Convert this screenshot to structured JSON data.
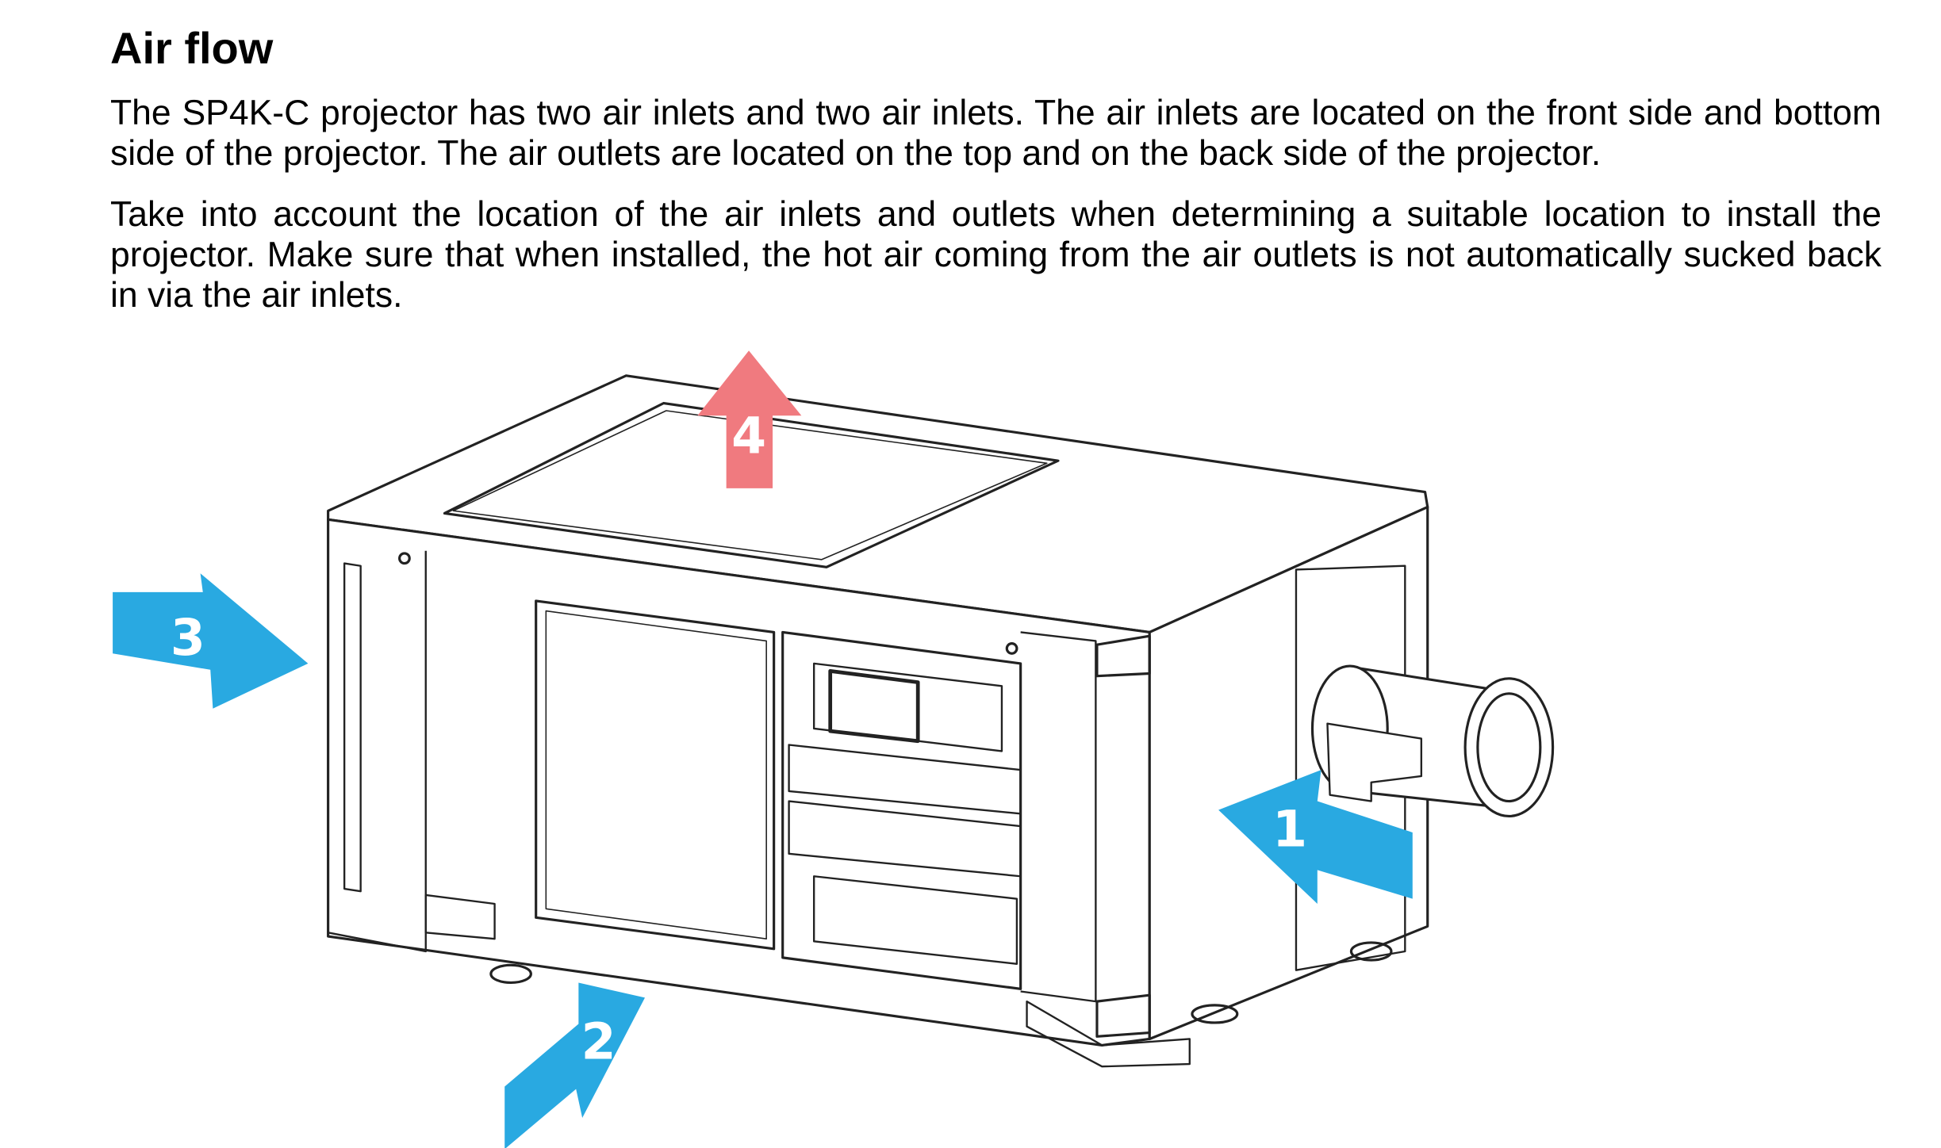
{
  "heading": "Air flow",
  "paragraphs": [
    "The SP4K-C projector has two air inlets and two air inlets. The air inlets are located on the front side and bottom side of the projector. The air outlets are located on the top and on the back side of the projector.",
    "Take into account the location of the air inlets and outlets when determining a suitable location to install the projector. Make sure that when installed, the hot air coming from the air outlets is not automatically sucked back in via the air inlets."
  ],
  "figure": {
    "arrows": [
      {
        "label": "1",
        "kind": "inlet",
        "color": "#29a9e1"
      },
      {
        "label": "2",
        "kind": "inlet",
        "color": "#29a9e1"
      },
      {
        "label": "3",
        "kind": "outlet",
        "color": "#29a9e1"
      },
      {
        "label": "4",
        "kind": "outlet",
        "color": "#f07a7f"
      }
    ]
  }
}
